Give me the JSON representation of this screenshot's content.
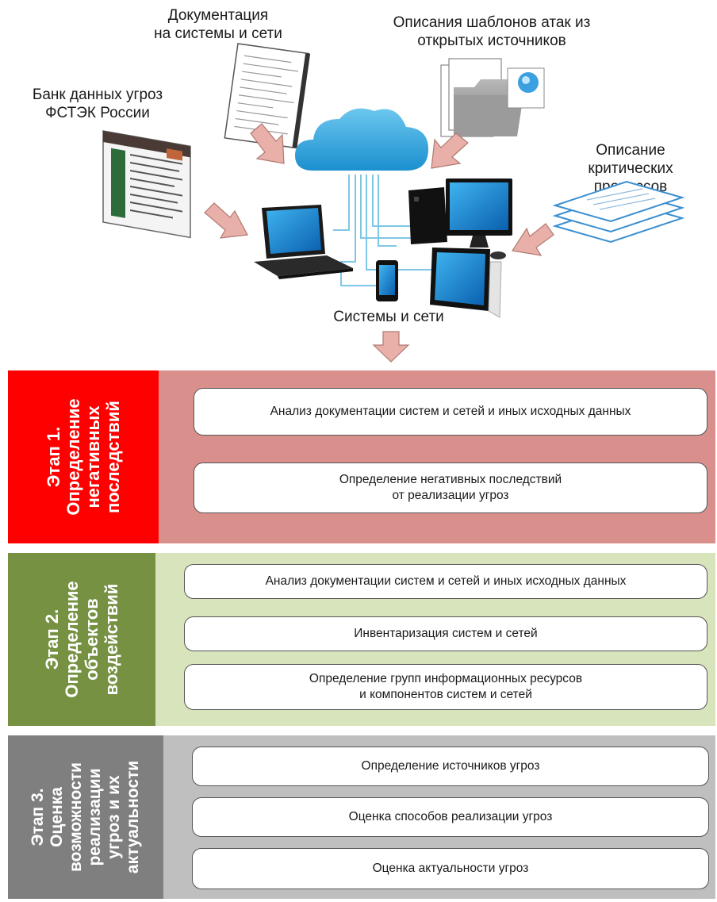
{
  "sources": {
    "docs": [
      "Документация",
      "на системы и сети"
    ],
    "attack_templates": [
      "Описания шаблонов атак из",
      "открытых источников"
    ],
    "threat_bank": [
      "Банк данных угроз",
      "ФСТЭК России"
    ],
    "critical_processes": [
      "Описание",
      "критических",
      "процессов"
    ],
    "systems": "Системы и сети"
  },
  "stages": [
    {
      "title": [
        "Этап 1.",
        "Определение",
        "негативных",
        "последствий"
      ],
      "colors": {
        "side": "#ff0000",
        "body": "#d9908d"
      },
      "steps": [
        [
          "Анализ документации систем и сетей и иных исходных данных"
        ],
        [
          "Определение негативных последствий",
          "от реализации угроз"
        ]
      ]
    },
    {
      "title": [
        "Этап 2.",
        "Определение",
        "объектов",
        "воздействий"
      ],
      "colors": {
        "side": "#769142",
        "body": "#d8e4bc"
      },
      "steps": [
        [
          "Анализ документации систем и сетей и иных исходных данных"
        ],
        [
          "Инвентаризация  систем и сетей"
        ],
        [
          "Определение групп информационных ресурсов",
          "и компонентов систем и сетей"
        ]
      ]
    },
    {
      "title": [
        "Этап 3.",
        "Оценка",
        "возможности",
        "реализации",
        "угроз и их",
        "актуальности"
      ],
      "colors": {
        "side": "#7f7f7f",
        "body": "#bfbfbf"
      },
      "steps": [
        [
          "Определение источников угроз"
        ],
        [
          "Оценка способов реализации угроз"
        ],
        [
          "Оценка актуальности угроз"
        ]
      ]
    }
  ],
  "icons": [
    "cloud-icon",
    "laptop-icon",
    "desktop-icon",
    "tablet-icon",
    "smartphone-icon",
    "document-icon",
    "folder-icon",
    "browser-icon",
    "papers-icon",
    "arrow-icon"
  ],
  "colors": {
    "arrow": "#e8b0a8",
    "arrow_stroke": "#b07a72",
    "cloud": "#2aa0d8",
    "net": "#5bb8e0"
  }
}
